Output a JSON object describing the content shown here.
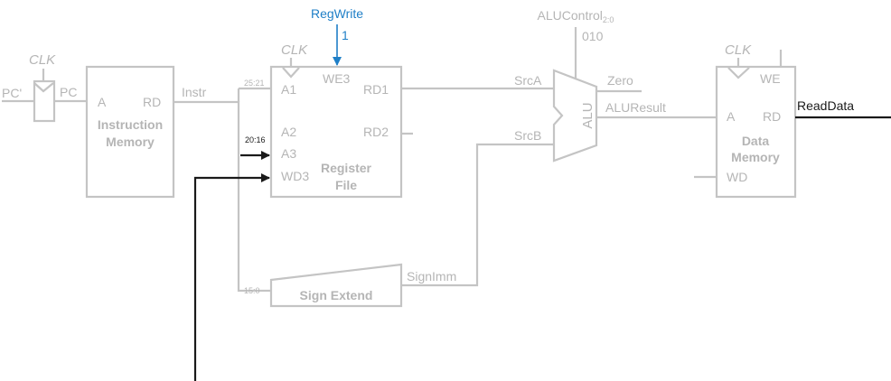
{
  "signals": {
    "regwrite": "RegWrite",
    "regwrite_value": "1",
    "alucontrol": "ALUControl",
    "alucontrol_sub": "2:0",
    "alucontrol_value": "010",
    "pc_prime": "PC'",
    "pc": "PC",
    "instr": "Instr",
    "srca": "SrcA",
    "srcb": "SrcB",
    "zero": "Zero",
    "aluresult": "ALUResult",
    "readdata": "ReadData",
    "signimm": "SignImm"
  },
  "clk": "CLK",
  "bit_fields": {
    "rs": "25:21",
    "rt": "20:16",
    "imm": "15:0"
  },
  "instruction_memory": {
    "port_a": "A",
    "port_rd": "RD",
    "name_line1": "Instruction",
    "name_line2": "Memory"
  },
  "register_file": {
    "a1": "A1",
    "a2": "A2",
    "a3": "A3",
    "wd3": "WD3",
    "we3": "WE3",
    "rd1": "RD1",
    "rd2": "RD2",
    "name_line1": "Register",
    "name_line2": "File"
  },
  "alu": {
    "label": "ALU"
  },
  "sign_extend": {
    "label": "Sign Extend"
  },
  "data_memory": {
    "we": "WE",
    "port_a": "A",
    "port_rd": "RD",
    "port_wd": "WD",
    "name_line1": "Data",
    "name_line2": "Memory"
  },
  "colors": {
    "inactive": "#c4c4c4",
    "active": "#1a1a1a",
    "control": "#1f7fc7"
  }
}
